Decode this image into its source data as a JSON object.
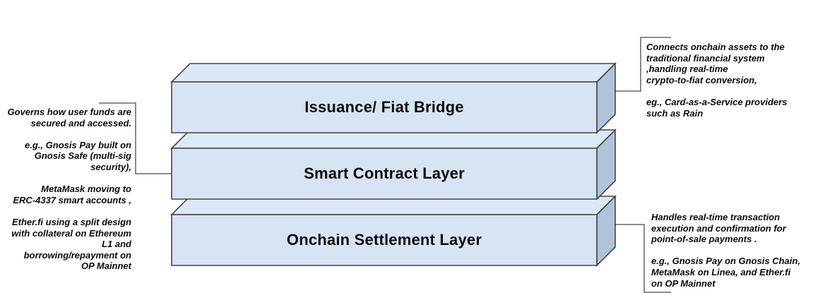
{
  "colors": {
    "background": "#ffffff",
    "box_front": "#d7e4f4",
    "box_top": "#dbe8f6",
    "box_side": "#b1c3d8",
    "box_outline": "#454545",
    "connector": "#7d7d7d",
    "text": "#0a0a0a"
  },
  "diagram": {
    "layers": [
      {
        "title": "Issuance/ Fiat Bridge"
      },
      {
        "title": "Smart Contract Layer"
      },
      {
        "title": "Onchain Settlement Layer"
      }
    ],
    "callouts": {
      "left": {
        "attached_to": "Smart Contract Layer",
        "lines": [
          "Governs how user funds are",
          "secured and accessed.",
          "",
          "e.g., Gnosis Pay built on",
          "Gnosis Safe (multi-sig",
          "security),",
          "",
          "MetaMask moving to",
          "ERC-4337 smart accounts ,",
          "",
          "Ether.fi using a split design",
          "with collateral on Ethereum",
          "L1 and",
          "borrowing/repayment on",
          "OP Mainnet"
        ]
      },
      "top_right": {
        "attached_to": "Issuance/ Fiat Bridge",
        "lines": [
          "Connects onchain assets to the",
          "traditional financial system",
          ",handling real-time",
          "crypto-to-fiat conversion,",
          "",
          "eg., Card-as-a-Service providers",
          "such as Rain"
        ]
      },
      "bottom_right": {
        "attached_to": "Onchain Settlement Layer",
        "lines": [
          "Handles real-time transaction",
          "execution and confirmation for",
          "point-of-sale payments .",
          "",
          "e.g., Gnosis Pay on Gnosis Chain,",
          "MetaMask on Linea, and Ether.fi",
          "on OP Mainnet"
        ]
      }
    }
  }
}
